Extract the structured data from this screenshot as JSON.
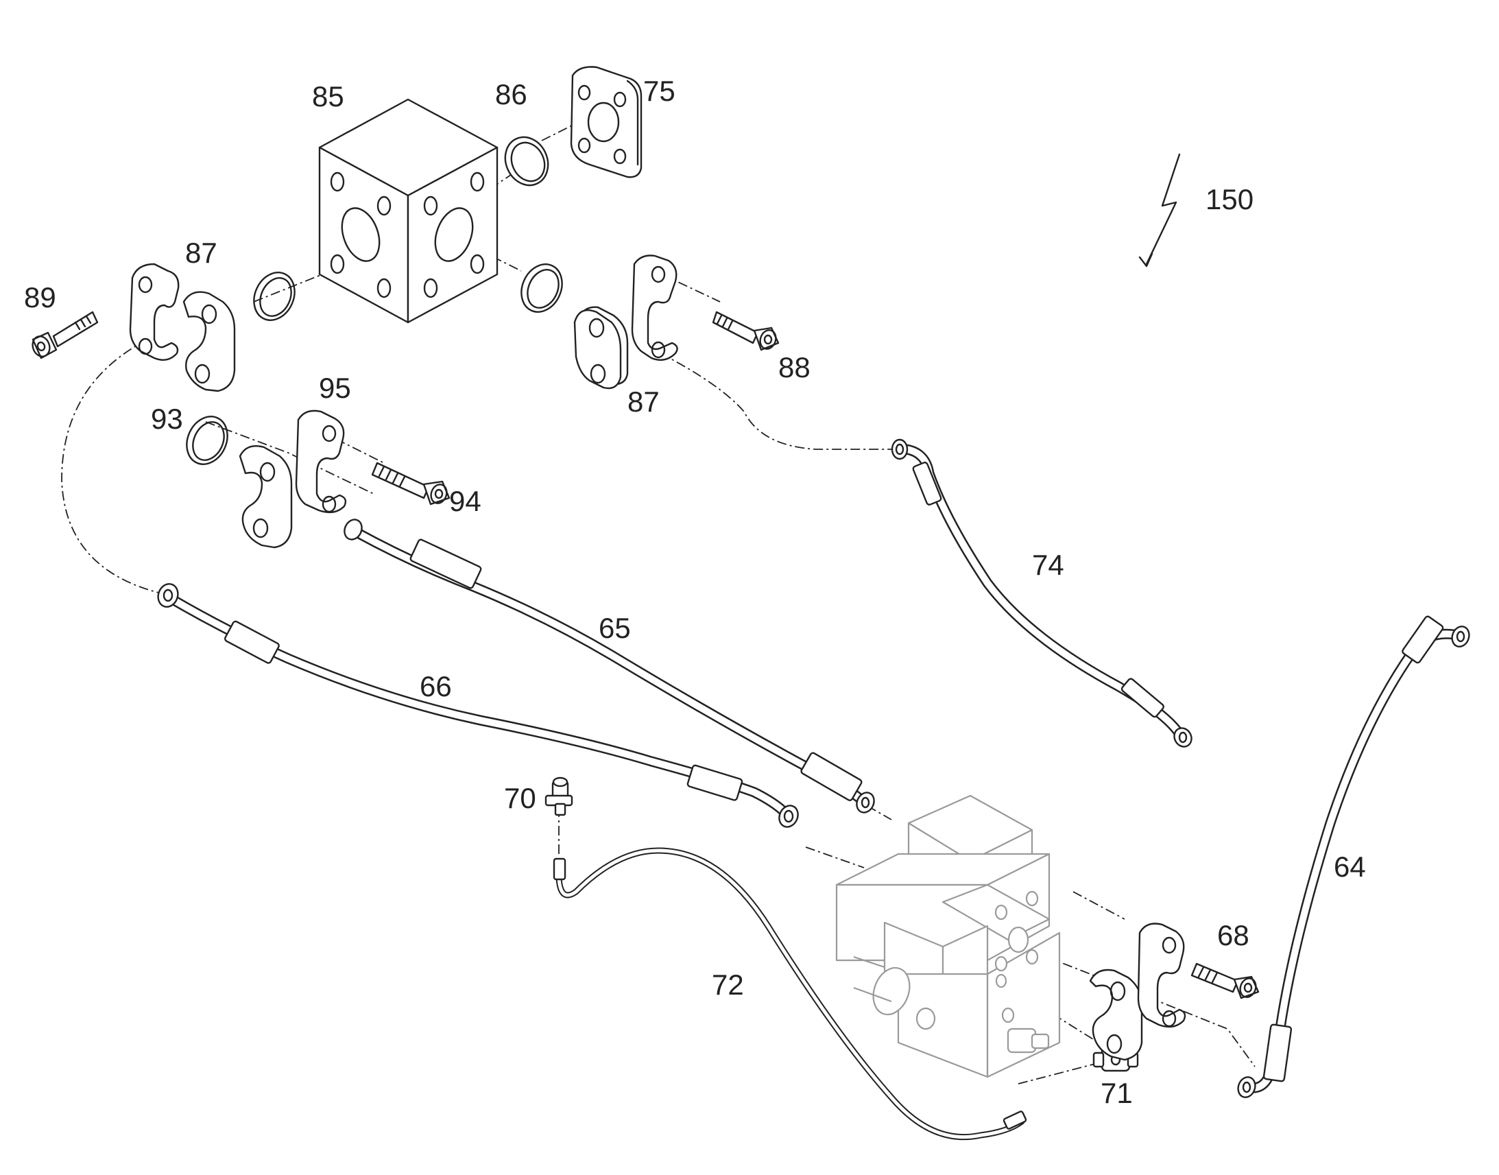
{
  "diagram": {
    "reference": "150",
    "labels": {
      "l64": "64",
      "l65": "65",
      "l66": "66",
      "l68": "68",
      "l70": "70",
      "l71": "71",
      "l72": "72",
      "l74": "74",
      "l75": "75",
      "l85": "85",
      "l86": "86",
      "l87a": "87",
      "l87b": "87",
      "l88": "88",
      "l89": "89",
      "l93": "93",
      "l94": "94",
      "l95": "95"
    }
  }
}
